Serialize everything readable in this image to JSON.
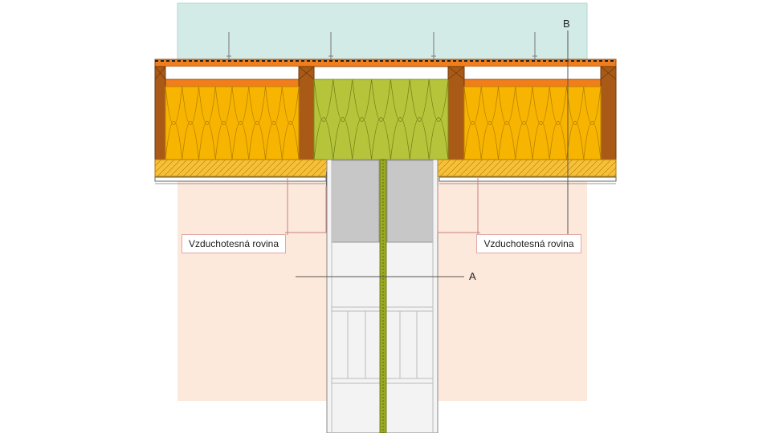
{
  "labels": {
    "airtight_left": "Vzduchotesná rovina",
    "airtight_right": "Vzduchotesná rovina",
    "marker_a": "A",
    "marker_b": "B"
  },
  "colors": {
    "sky": "#d3ebe7",
    "room": "#fde9dc",
    "timber": "#a95a17",
    "insulation": "#f7b400",
    "green_insulation": "#b5c43b",
    "batten": "#f07e1c",
    "wall_grey": "#c7c7c7",
    "wall_light": "#f3f3f3",
    "seam": "#8a9a1a"
  }
}
